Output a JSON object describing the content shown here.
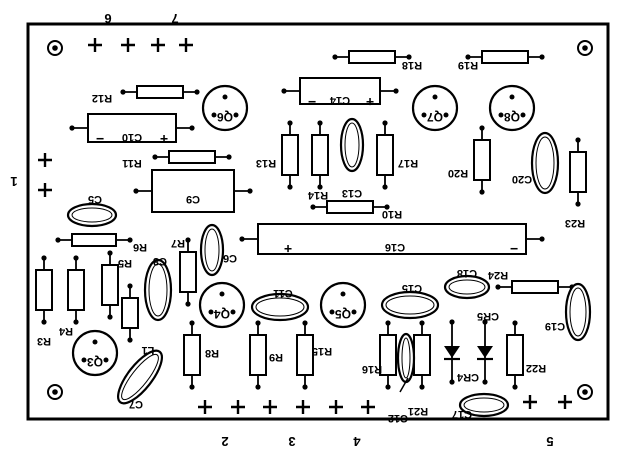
{
  "edge_labels": [
    "6",
    "7",
    "1",
    "2",
    "3",
    "4",
    "5"
  ],
  "resistors": [
    "R18",
    "R19",
    "R12",
    "R13",
    "R14",
    "R17",
    "R11",
    "R20",
    "R23",
    "R10",
    "R6",
    "R7",
    "R5",
    "R3",
    "R4",
    "R24",
    "R8",
    "R9",
    "R15",
    "R16",
    "R21",
    "R22"
  ],
  "capacitors": [
    "C14",
    "C10",
    "C13",
    "C20",
    "C9",
    "C5",
    "C16",
    "C8",
    "C6",
    "C11",
    "C15",
    "C18",
    "C19",
    "C7",
    "C12",
    "C17"
  ],
  "transistors": [
    "Q6",
    "Q7",
    "Q8",
    "Q4",
    "Q5",
    "Q3"
  ],
  "diodes": [
    "CR5",
    "CR4"
  ],
  "inductors": [
    "L1"
  ],
  "polarity": {
    "plus": "+",
    "minus": "−"
  }
}
